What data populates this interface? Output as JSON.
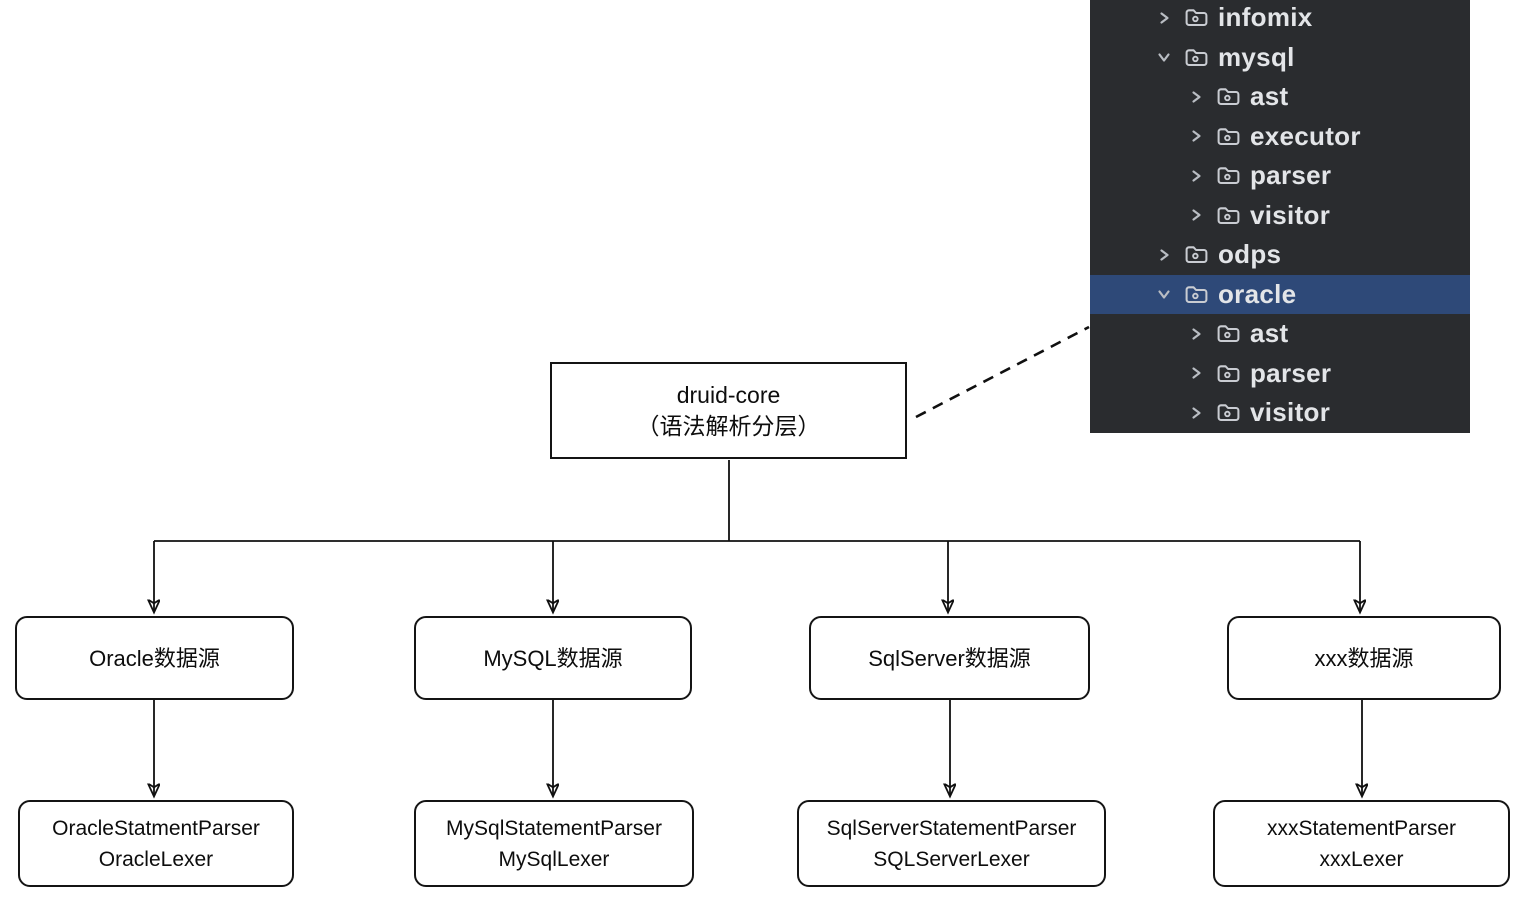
{
  "diagram": {
    "root": {
      "line1": "druid-core",
      "line2": "（语法解析分层）"
    },
    "columns": [
      {
        "source": "Oracle数据源",
        "parser": "OracleStatmentParser",
        "lexer": "OracleLexer"
      },
      {
        "source": "MySQL数据源",
        "parser": "MySqlStatementParser",
        "lexer": "MySqlLexer"
      },
      {
        "source": "SqlServer数据源",
        "parser": "SqlServerStatementParser",
        "lexer": "SQLServerLexer"
      },
      {
        "source": "xxx数据源",
        "parser": "xxxStatementParser",
        "lexer": "xxxLexer"
      }
    ]
  },
  "file_tree": {
    "colors": {
      "background": "#2a2c2f",
      "selection": "#2e4978",
      "text": "#e3e5e8"
    },
    "items": [
      {
        "label": "infomix",
        "chevron": "right",
        "level": 1,
        "selected": false
      },
      {
        "label": "mysql",
        "chevron": "down",
        "level": 1,
        "selected": false
      },
      {
        "label": "ast",
        "chevron": "right",
        "level": 2,
        "selected": false
      },
      {
        "label": "executor",
        "chevron": "right",
        "level": 2,
        "selected": false
      },
      {
        "label": "parser",
        "chevron": "right",
        "level": 2,
        "selected": false
      },
      {
        "label": "visitor",
        "chevron": "right",
        "level": 2,
        "selected": false
      },
      {
        "label": "odps",
        "chevron": "right",
        "level": 1,
        "selected": false
      },
      {
        "label": "oracle",
        "chevron": "down",
        "level": 1,
        "selected": true
      },
      {
        "label": "ast",
        "chevron": "right",
        "level": 2,
        "selected": false
      },
      {
        "label": "parser",
        "chevron": "right",
        "level": 2,
        "selected": false
      },
      {
        "label": "visitor",
        "chevron": "right",
        "level": 2,
        "selected": false
      }
    ]
  }
}
